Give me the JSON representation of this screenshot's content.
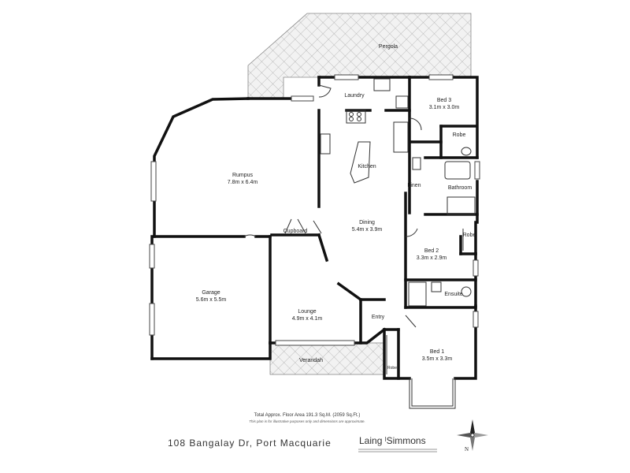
{
  "rooms": {
    "pergola": "Pergola",
    "laundry": "Laundry",
    "bed3": "Bed 3",
    "bed3_size": "3.1m x 3.0m",
    "robe_bed3": "Robe",
    "kitchen": "Kitchen",
    "rumpus": "Rumpus",
    "rumpus_size": "7.8m x 6.4m",
    "bathroom": "Bathroom",
    "linen": "Linen",
    "dining": "Dining",
    "dining_size": "5.4m x 3.9m",
    "cupboard": "Cupboard",
    "robe_bed2": "Robe",
    "bed2": "Bed 2",
    "bed2_size": "3.3m x 2.9m",
    "garage": "Garage",
    "garage_size": "5.6m x 5.5m",
    "ensuite": "Ensuite",
    "lounge": "Lounge",
    "lounge_size": "4.9m x 4.1m",
    "entry": "Entry",
    "bed1": "Bed 1",
    "bed1_size": "3.5m x 3.3m",
    "robe_bed1": "Robe",
    "verandah": "Verandah"
  },
  "footer": {
    "area": "Total Approx. Floor Area 191.3 Sq.M. (2059 Sq.Ft.)",
    "disclaimer": "This plan is for illustrative purposes only and dimensions are approximate.",
    "address": "108  Bangalay Dr,  Port  Macquarie",
    "brand": "Laing ˡSimmons",
    "compass_letter": "N"
  },
  "icons": [
    "compass-rose-icon"
  ]
}
